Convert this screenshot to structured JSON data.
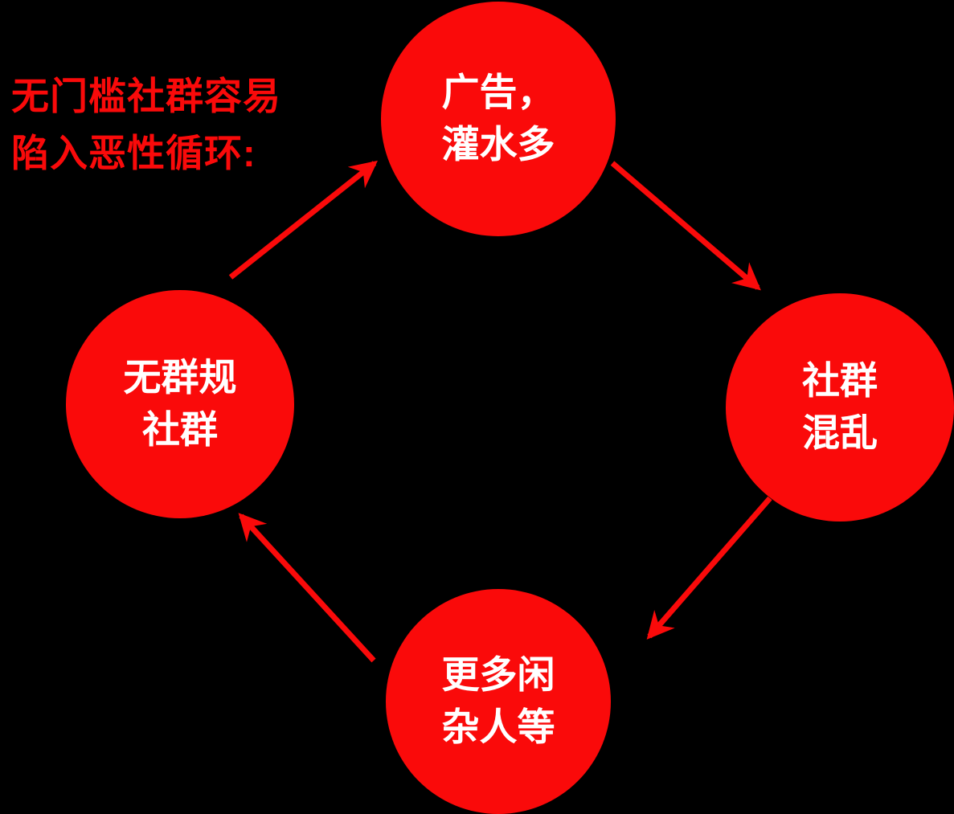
{
  "colors": {
    "background": "#000000",
    "accent_red": "#FA0A0A",
    "label_white": "#FFFFFF"
  },
  "title": {
    "text": "无门槛社群容易\n陷入恶性循环:"
  },
  "diagram": {
    "type": "cycle",
    "direction": "clockwise",
    "nodes": [
      {
        "id": "ads-spam",
        "position": "top",
        "label": "广告，\n灌水多"
      },
      {
        "id": "community-chaos",
        "position": "right",
        "label": "社群\n混乱"
      },
      {
        "id": "more-idle-people",
        "position": "bottom",
        "label": "更多闲\n杂人等"
      },
      {
        "id": "no-rules-community",
        "position": "left",
        "label": "无群规\n社群"
      }
    ],
    "edges": [
      {
        "from": "no-rules-community",
        "to": "ads-spam"
      },
      {
        "from": "ads-spam",
        "to": "community-chaos"
      },
      {
        "from": "community-chaos",
        "to": "more-idle-people"
      },
      {
        "from": "more-idle-people",
        "to": "no-rules-community"
      }
    ]
  }
}
